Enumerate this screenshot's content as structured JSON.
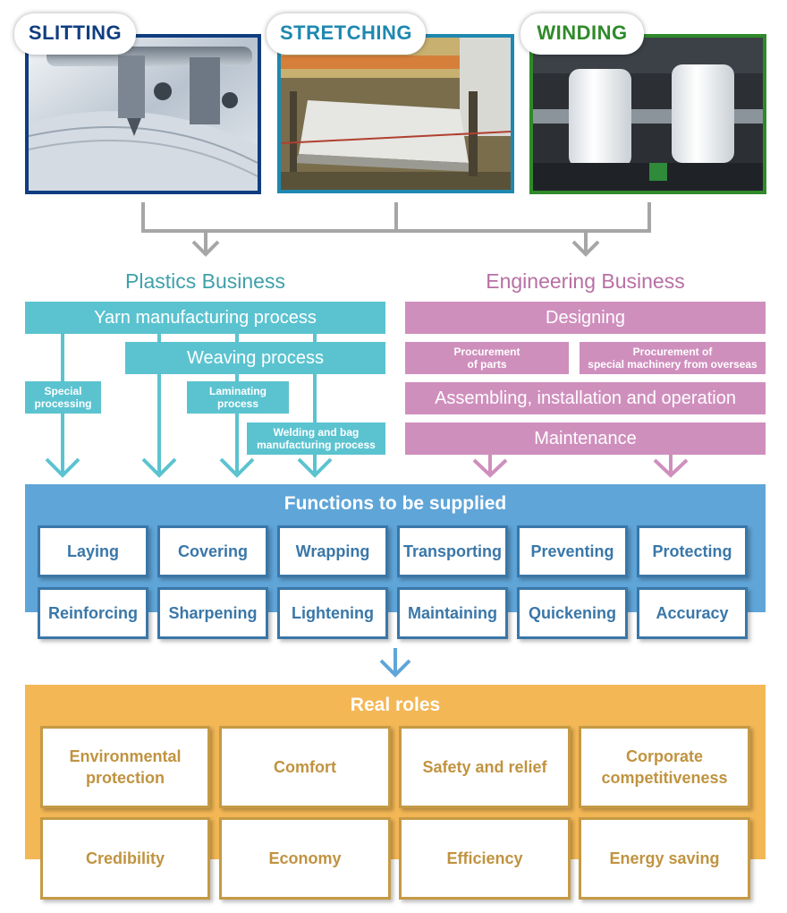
{
  "processes": [
    {
      "label": "SLITTING",
      "color": "#0f3d80"
    },
    {
      "label": "STRETCHING",
      "color": "#1e88b0"
    },
    {
      "label": "WINDING",
      "color": "#2f8a2a"
    }
  ],
  "plastics": {
    "title": "Plastics Business",
    "yarn": "Yarn manufacturing process",
    "weaving": "Weaving process",
    "special": "Special\nprocessing",
    "laminating": "Laminating\nprocess",
    "welding": "Welding and bag\nmanufacturing process"
  },
  "engineering": {
    "title": "Engineering Business",
    "designing": "Designing",
    "procurement_parts": "Procurement\nof parts",
    "procurement_machinery": "Procurement of\nspecial machinery from overseas",
    "assembling": "Assembling, installation and operation",
    "maintenance": "Maintenance"
  },
  "functions": {
    "title": "Functions to be supplied",
    "items": [
      "Laying",
      "Covering",
      "Wrapping",
      "Transporting",
      "Preventing",
      "Protecting",
      "Reinforcing",
      "Sharpening",
      "Lightening",
      "Maintaining",
      "Quickening",
      "Accuracy"
    ]
  },
  "roles": {
    "title": "Real roles",
    "items": [
      "Environmental\nprotection",
      "Comfort",
      "Safety and relief",
      "Corporate\ncompetitiveness",
      "Credibility",
      "Economy",
      "Efficiency",
      "Energy saving"
    ]
  },
  "colors": {
    "plastics": "#5bc3d0",
    "engineering": "#cf8fbd",
    "functions": "#5fa5d8",
    "roles": "#f3b755",
    "connector": "#a6a6a6"
  }
}
